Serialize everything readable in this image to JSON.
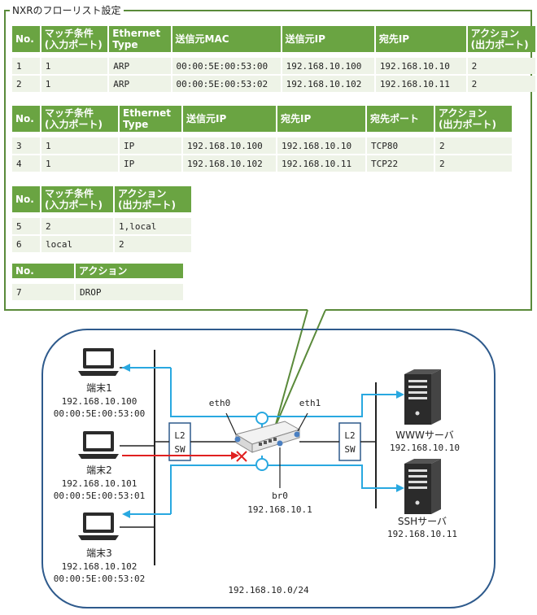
{
  "title": "NXRのフローリスト設定",
  "tables": [
    {
      "headers": [
        "No.",
        "マッチ条件\n(入力ポート)",
        "Ethernet\nType",
        "送信元MAC",
        "送信元IP",
        "宛先IP",
        "アクション\n(出力ポート)"
      ],
      "rows": [
        [
          "1",
          "1",
          "ARP",
          "00:00:5E:00:53:00",
          "192.168.10.100",
          "192.168.10.10",
          "2"
        ],
        [
          "2",
          "1",
          "ARP",
          "00:00:5E:00:53:02",
          "192.168.10.102",
          "192.168.10.11",
          "2"
        ]
      ]
    },
    {
      "headers": [
        "No.",
        "マッチ条件\n(入力ポート)",
        "Ethernet\nType",
        "送信元IP",
        "宛先IP",
        "宛先ポート",
        "アクション\n(出力ポート)"
      ],
      "rows": [
        [
          "3",
          "1",
          "IP",
          "192.168.10.100",
          "192.168.10.10",
          "TCP80",
          "2"
        ],
        [
          "4",
          "1",
          "IP",
          "192.168.10.102",
          "192.168.10.11",
          "TCP22",
          "2"
        ]
      ]
    },
    {
      "headers": [
        "No.",
        "マッチ条件\n(入力ポート)",
        "アクション\n(出力ポート)"
      ],
      "rows": [
        [
          "5",
          "2",
          "1,local"
        ],
        [
          "6",
          "local",
          "2"
        ]
      ]
    },
    {
      "headers": [
        "No.",
        "アクション"
      ],
      "rows": [
        [
          "7",
          "DROP"
        ]
      ]
    }
  ],
  "diagram": {
    "terminals": [
      {
        "name": "端末1",
        "ip": "192.168.10.100",
        "mac": "00:00:5E:00:53:00"
      },
      {
        "name": "端末2",
        "ip": "192.168.10.101",
        "mac": "00:00:5E:00:53:01"
      },
      {
        "name": "端末3",
        "ip": "192.168.10.102",
        "mac": "00:00:5E:00:53:02"
      }
    ],
    "switch_label_1": "L2",
    "switch_label_2": "SW",
    "router_ports": [
      "eth0",
      "eth1"
    ],
    "bridge": {
      "name": "br0",
      "ip": "192.168.10.1"
    },
    "servers": [
      {
        "name": "WWWサーバ",
        "ip": "192.168.10.10"
      },
      {
        "name": "SSHサーバ",
        "ip": "192.168.10.11"
      }
    ],
    "network": "192.168.10.0/24",
    "colors": {
      "flow": "#29a8e0",
      "blocked": "#e02020",
      "line": "#222222",
      "frame": "#2e5a8c",
      "callout": "#5a8a3a"
    }
  }
}
